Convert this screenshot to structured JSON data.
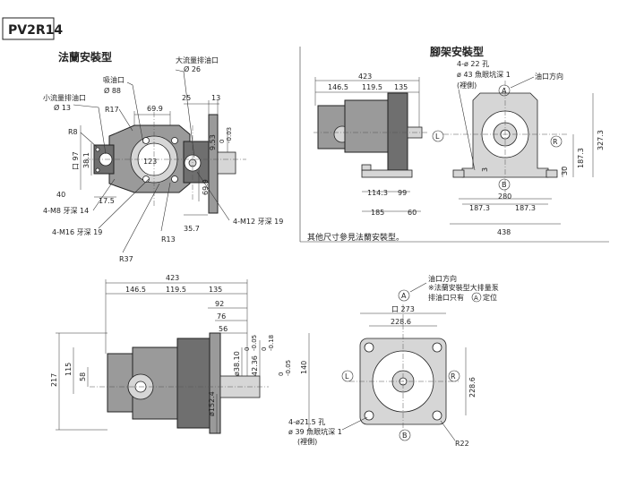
{
  "model": "PV2R14",
  "flange": {
    "title": "法蘭安裝型",
    "labels": {
      "large_outlet": "大流量排油口",
      "large_outlet_d": "Ø 26",
      "suction": "吸油口",
      "suction_d": "Ø 88",
      "small_outlet": "小流量排油口",
      "small_outlet_d": "Ø 13",
      "r17": "R17",
      "r8": "R8",
      "r13": "R13",
      "r37": "R37",
      "d69_9a": "69.9",
      "d69_9b": "69.9",
      "d25": "25",
      "d13": "13",
      "d9_53": "9.53",
      "tol_9_53": "0\n-0.03",
      "sq97": "口 97",
      "d38_1": "38.1",
      "d40": "40",
      "d17_5": "17.5",
      "d35_7": "35.7",
      "d123": "123",
      "m8": "4-M8 牙深 14",
      "m16": "4-M16 牙深 19",
      "m12": "4-M12 牙深 19"
    }
  },
  "foot": {
    "title": "腳架安裝型",
    "holes": "4-ø 22 孔",
    "spot": "ø 43 魚眼坑深 1",
    "back": "(裡側)",
    "oil_dir": "油口方向",
    "mark_a": "A",
    "mark_b": "B",
    "mark_l": "L",
    "mark_r": "R",
    "d423": "423",
    "d146_5": "146.5",
    "d119_5": "119.5",
    "d135": "135",
    "d114_3": "114.3",
    "d99": "99",
    "d185": "185",
    "d60": "60",
    "d280": "280",
    "d187_3a": "187.3",
    "d187_3b": "187.3",
    "d438": "438",
    "d327_3": "327.3",
    "d187_3v": "187.3",
    "d30": "30",
    "d3": "3",
    "note": "其他尺寸參見法蘭安裝型。"
  },
  "bottom": {
    "d423": "423",
    "d146_5": "146.5",
    "d119_5": "119.5",
    "d135": "135",
    "d92": "92",
    "d76": "76",
    "d56": "56",
    "d217": "217",
    "d115": "115",
    "d58": "58",
    "shaft1": "ø38.10",
    "shaft1_tol": "0\n-0.05",
    "shaft2": "42.36",
    "shaft2_tol": "0\n-0.18",
    "d140": "140",
    "pilot": "ø152.4",
    "pilot_tol": "0\n-0.05",
    "side_note1": "油口方向",
    "side_note2": "※法蘭安裝型大排量泵",
    "side_note3a": "排油口只有",
    "side_note3b": "定位",
    "sq273": "口 273",
    "d228_6h": "228.6",
    "d228_6v": "228.6",
    "holes": "4-ø21.5 孔",
    "spot": "ø 39 魚眼坑深 1",
    "back": "(裡側)",
    "r22": "R22",
    "mark_a": "A",
    "mark_b": "B",
    "mark_l": "L",
    "mark_r": "R"
  }
}
